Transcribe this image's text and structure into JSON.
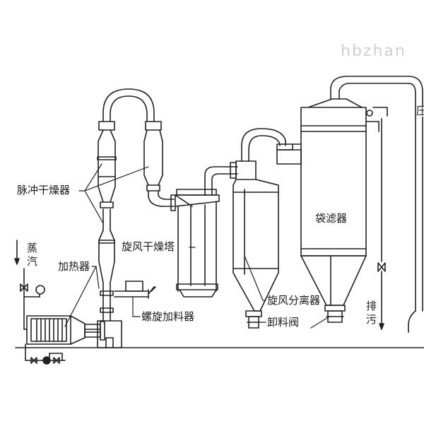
{
  "watermark": "hbzhan",
  "labels": {
    "pulse_dryer": "脉冲干燥器",
    "steam": "蒸汽",
    "heater": "加热器",
    "cyclone_dryer_tower": "旋风干燥塔",
    "screw_feeder": "螺旋加料器",
    "bag_filter": "袋滤器",
    "cyclone_separator": "旋风分离器",
    "discharge_valve": "卸料阀",
    "drain": "排污",
    "edge_partial": "压"
  }
}
